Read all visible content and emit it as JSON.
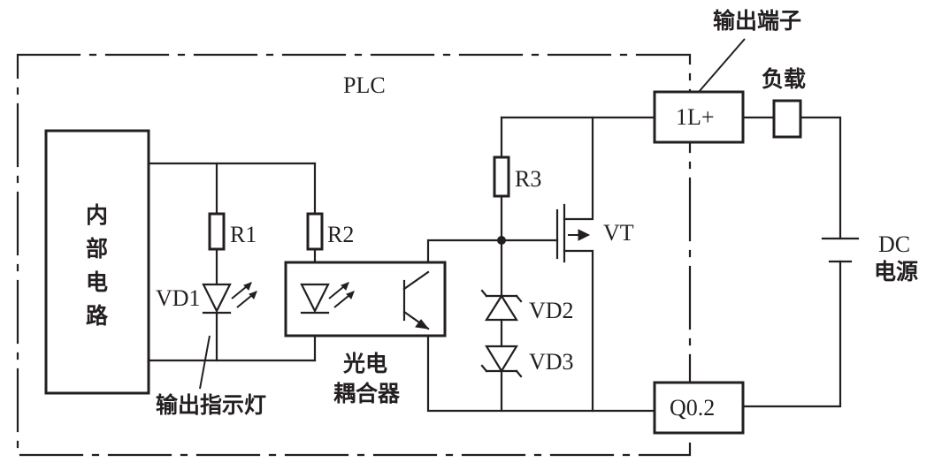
{
  "labels": {
    "plc": "PLC",
    "internal_circuit": [
      "内",
      "部",
      "电",
      "路"
    ],
    "r1": "R1",
    "r2": "R2",
    "r3": "R3",
    "vd1": "VD1",
    "vd2": "VD2",
    "vd3": "VD3",
    "vt": "VT",
    "output_indicator": "输出指示灯",
    "optocoupler_line1": "光电",
    "optocoupler_line2": "耦合器",
    "output_terminal": "输出端子",
    "terminal_1l": "1L+",
    "terminal_q": "Q0.2",
    "load": "负载",
    "dc_line1": "DC",
    "dc_line2": "电源"
  }
}
